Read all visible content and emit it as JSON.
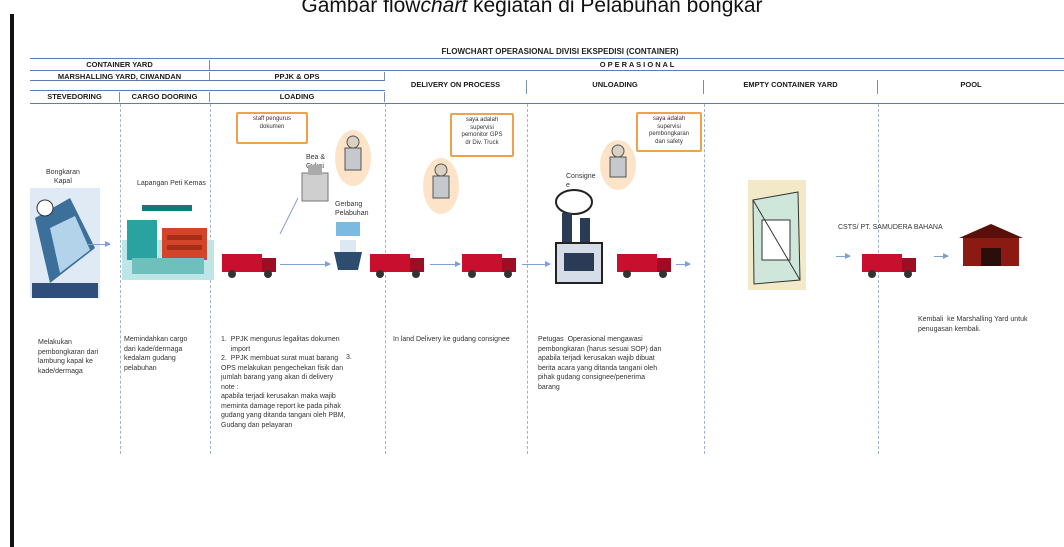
{
  "caption": {
    "prefix": "Gambar flow",
    "italic": "chart",
    "suffix": " kegiatan di Pelabuhan bongkar"
  },
  "diagram": {
    "title": "FLOWCHART OPERASIONAL DIVISI EKSPEDISI (CONTAINER)",
    "headers": {
      "container_yard": "CONTAINER YARD",
      "marshalling": "MARSHALLING YARD, CIWANDAN",
      "operasional": "O P E R A S I O N A L",
      "ppjk": "PPJK & OPS",
      "stevedoring": "STEVEDORING",
      "cargo_dooring": "CARGO DOORING",
      "loading": "LOADING",
      "delivery": "DELIVERY ON PROCESS",
      "unloading": "UNLOADING",
      "empty_yard": "EMPTY CONTAINER YARD",
      "pool": "POOL"
    },
    "labels": {
      "bongkaran": "Bongkaran\nKapal",
      "lapangan": "Lapangan Peti Kemas",
      "bea": "Bea &\nCukai",
      "gerbang": "Gerbang\nPelabuhan",
      "consignee": "Consigne\ne",
      "csts": "CSTS/ PT. SAMUDERA BAHANA"
    },
    "bubbles": {
      "staff": "staff pengurus\ndokumen",
      "gps": "saya adalah\nsupervisi\npemonitor GPS\ndr Div. Truck",
      "safety": "saya adalah\nsupervisi\npembongkaran\ndan safety"
    },
    "descriptions": {
      "stevedoring": "Melakukan\npembongkaran dari\nlambung kapal ke\nkade/dermaga",
      "cargo_dooring": "Memindahkan cargo\ndari kade/dermaga\nkedalam gudang\npelabuhan",
      "loading": "1.  PPJK mengurus legalitas dokumen\n     import\n2.  PPJK membuat surat muat barang\nOPS melakukan pengechekan fisik dan\njumlah barang yang akan di delivery\nnote :\napabila terjadi kerusakan maka wajib\nmeminta damage report ke pada pihak\ngudang yang ditanda tangani oleh PBM,\nGudang dan pelayaran",
      "loading_step3": "3.",
      "delivery": "In land Delivery ke gudang consignee",
      "unloading": "Petugas  Operasional mengawasi\npembongkaran (harus sesuai SOP) dan\napabila terjadi kerusakan wajib dibuat\nberita acara yang ditanda tangani oleh\npihak gudang consignee/penerima\nbarang",
      "pool": "Kembali  ke Marshalling Yard untuk\npenugasan kembali."
    },
    "colors": {
      "truck": "#c8102e",
      "arrow": "#7fa0d2",
      "bubble_border": "#f0a24a",
      "header_line": "#5b7db0"
    }
  }
}
